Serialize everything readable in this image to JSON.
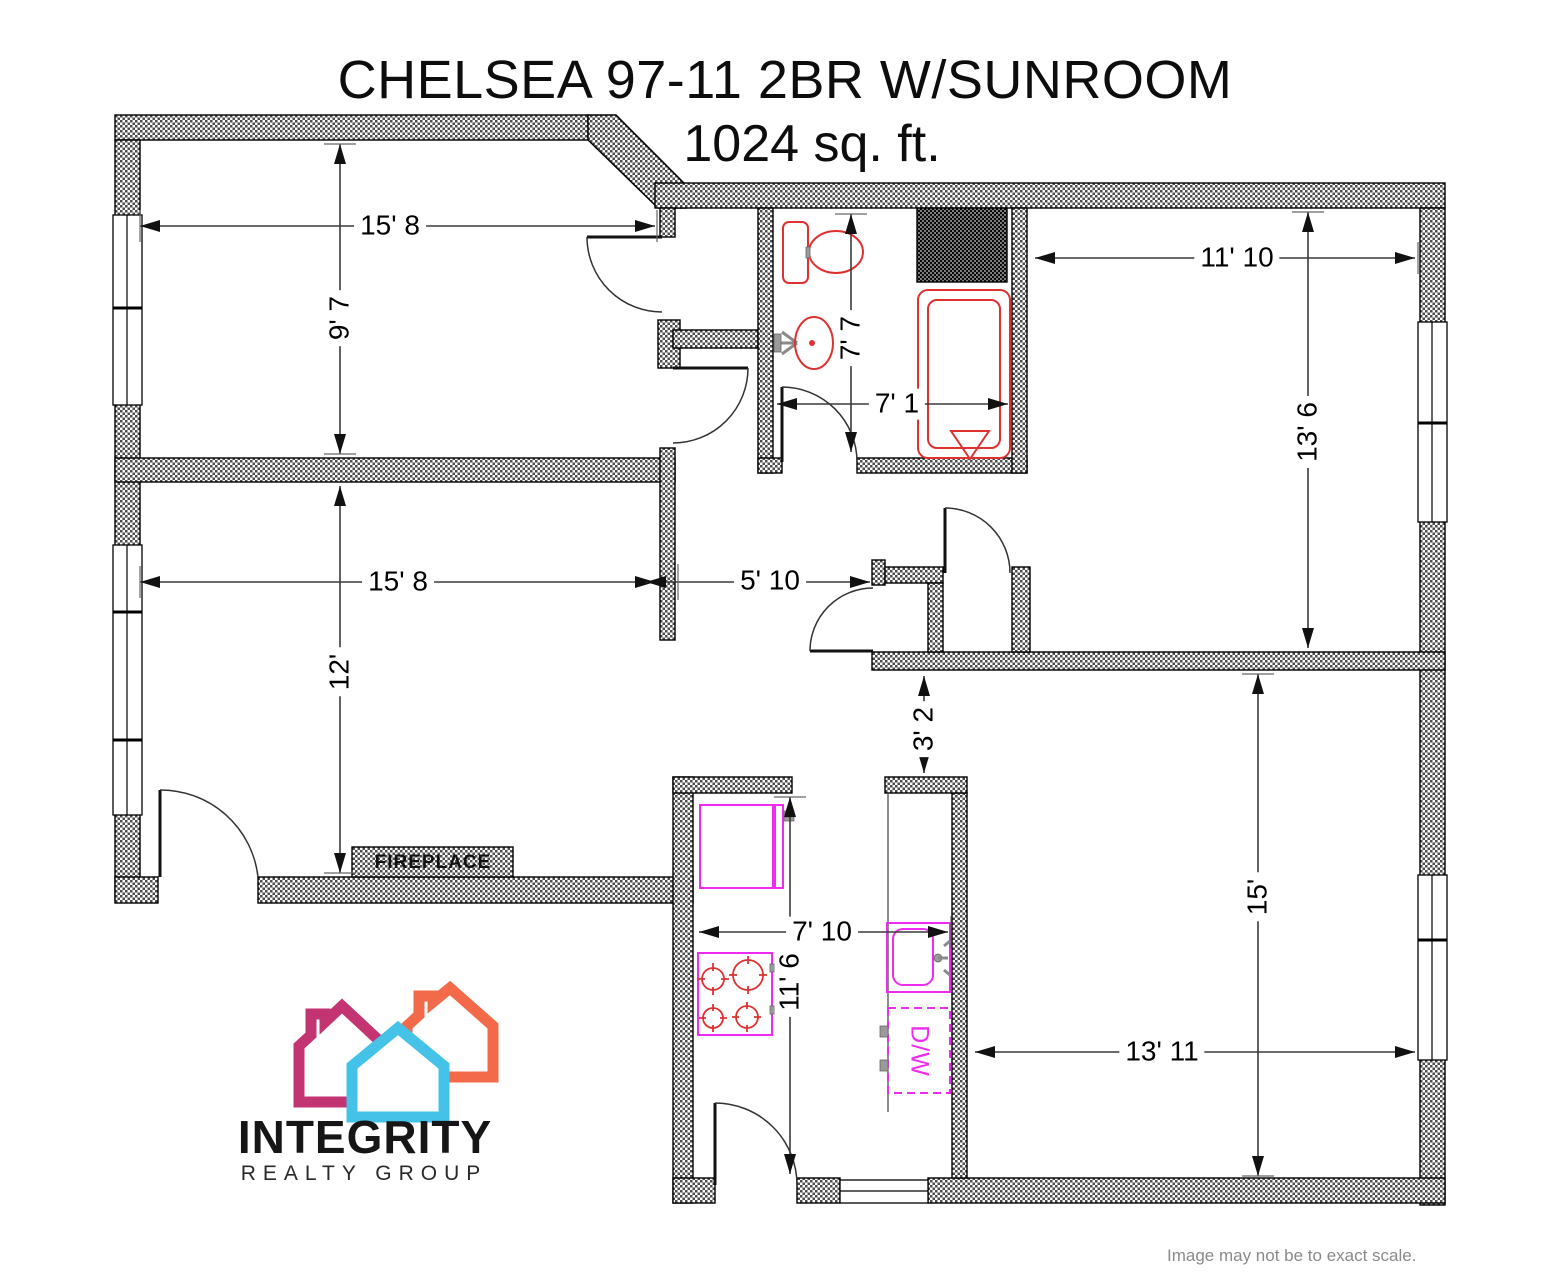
{
  "title": {
    "line1": "CHELSEA 97-11  2BR W/SUNROOM",
    "line2": "1024 sq. ft."
  },
  "floorplan": {
    "dimensions": {
      "sunroom_width": "15' 8",
      "sunroom_depth": "9' 7",
      "bathroom_depth": "7' 7",
      "bathroom_width": "7' 1",
      "bedroom1_width": "11' 10",
      "bedroom1_depth": "13' 6",
      "living_width": "15' 8",
      "living_depth": "12'",
      "hall_width": "5' 10",
      "hall_depth": "3' 2",
      "kitchen_width": "7' 10",
      "kitchen_depth": "11' 6",
      "bedroom2_width": "13' 11",
      "bedroom2_depth": "15'"
    },
    "labels": {
      "fireplace": "FIREPLACE",
      "dishwasher": "D/W"
    }
  },
  "logo": {
    "name": "INTEGRITY",
    "tagline": "REALTY GROUP"
  },
  "footer": {
    "disclaimer": "Image may not be to exact scale."
  },
  "colors": {
    "bath-fixture": "#e03131",
    "kitchen-fixture": "#ee2bee",
    "logo-pink": "#c23572",
    "logo-orange": "#f26a4a",
    "logo-cyan": "#45c2e8",
    "dim-line": "#3a3a3a"
  }
}
